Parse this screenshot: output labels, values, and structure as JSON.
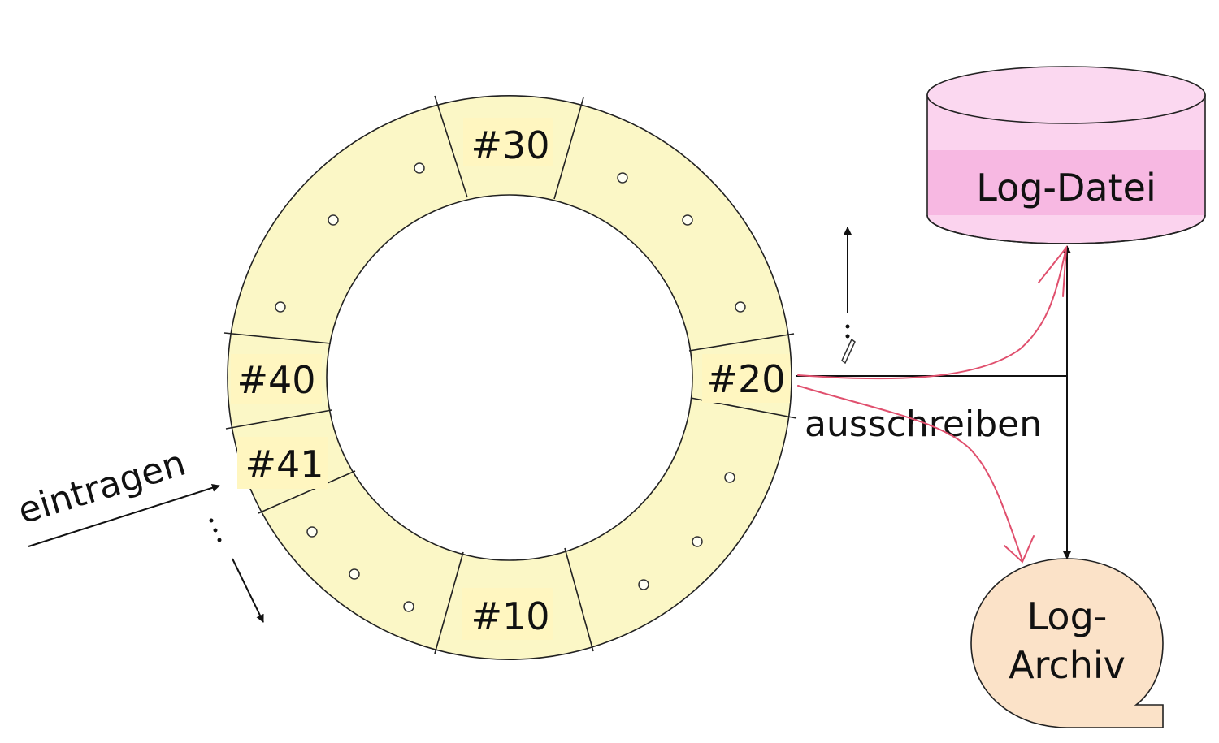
{
  "ring": {
    "segments": [
      {
        "id": "seg30",
        "label": "#30"
      },
      {
        "id": "seg20",
        "label": "#20"
      },
      {
        "id": "seg10",
        "label": "#10"
      },
      {
        "id": "seg41",
        "label": "#41"
      },
      {
        "id": "seg40",
        "label": "#40"
      }
    ]
  },
  "labels": {
    "write_in": "eintragen",
    "write_out": "ausschreiben"
  },
  "stores": {
    "log_file": "Log-Datei",
    "archive_line1": "Log-",
    "archive_line2": "Archiv"
  },
  "colors": {
    "ring_fill": "#fbf7c6",
    "label_highlight": "#fff6c0",
    "log_file_body": "#fbd3ee",
    "log_file_band": "#f7b8e2",
    "archive_fill": "#fbe2c8",
    "annotation_ink": "#e0506e"
  }
}
